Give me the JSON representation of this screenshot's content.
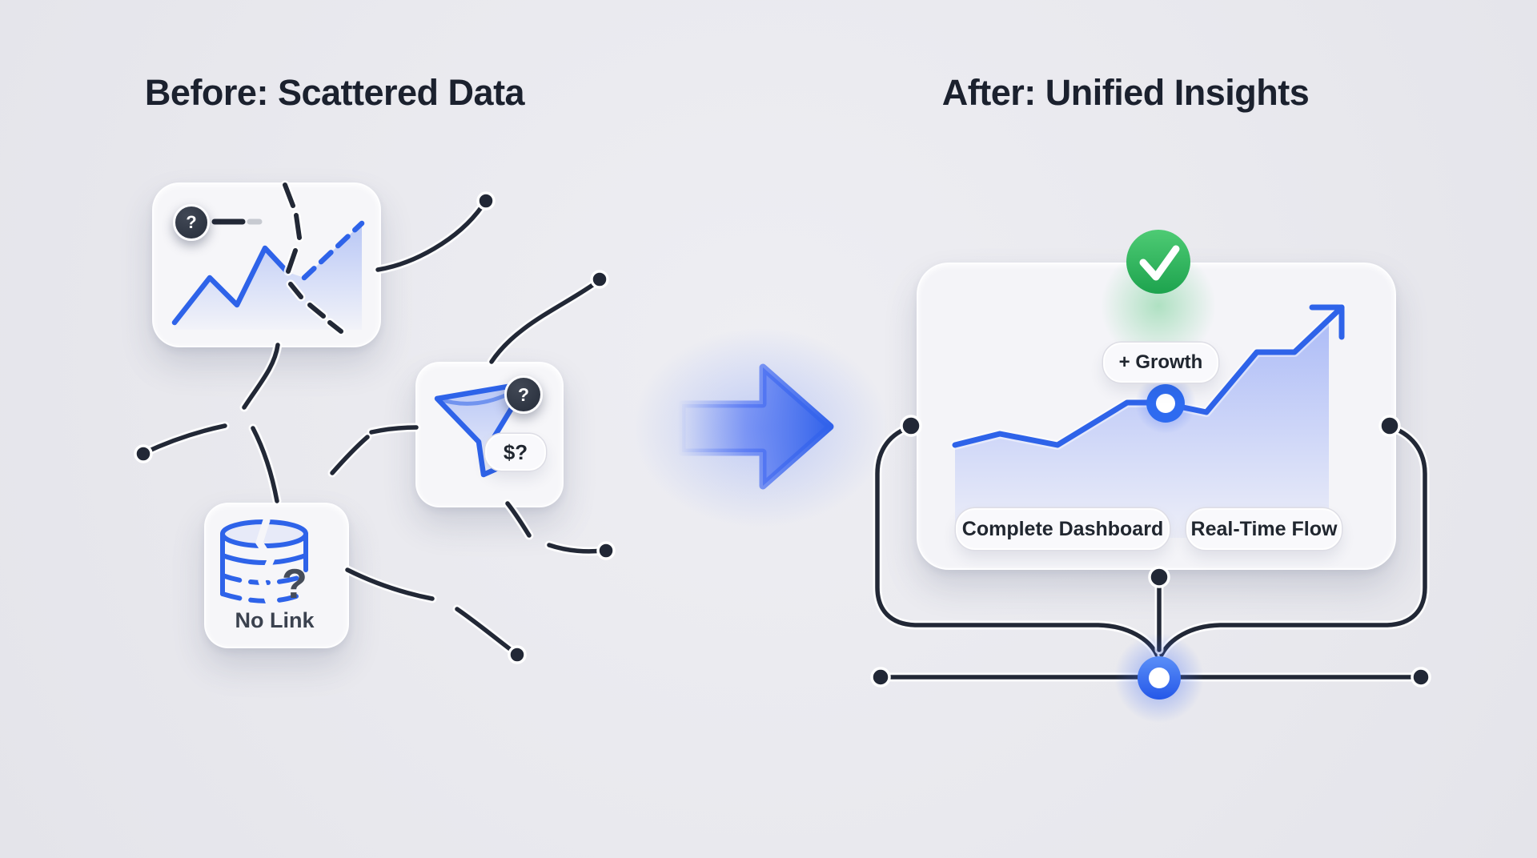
{
  "left": {
    "title": "Before: Scattered Data",
    "chart_card": {
      "badge": "?"
    },
    "funnel_card": {
      "badge": "?",
      "price_tag": "$?"
    },
    "db_card": {
      "question": "?",
      "label": "No Link"
    }
  },
  "right": {
    "title": "After: Unified Insights",
    "growth_badge": "+ Growth",
    "buttons": [
      {
        "label": "Complete Dashboard"
      },
      {
        "label": "Real-Time Flow"
      }
    ]
  },
  "icons": {
    "check": "checkmark",
    "question": "question-mark",
    "funnel": "funnel",
    "database": "database",
    "arrow": "right-arrow",
    "trend": "up-right-trend-arrow",
    "hub": "hub-node"
  },
  "colors": {
    "background": "#e9e9ee",
    "card": "#f6f6f9",
    "ink": "#1b212e",
    "wire": "#222836",
    "blue": "#2e63e9",
    "arrow_blue": "#3565ec",
    "green": "#2db658"
  }
}
